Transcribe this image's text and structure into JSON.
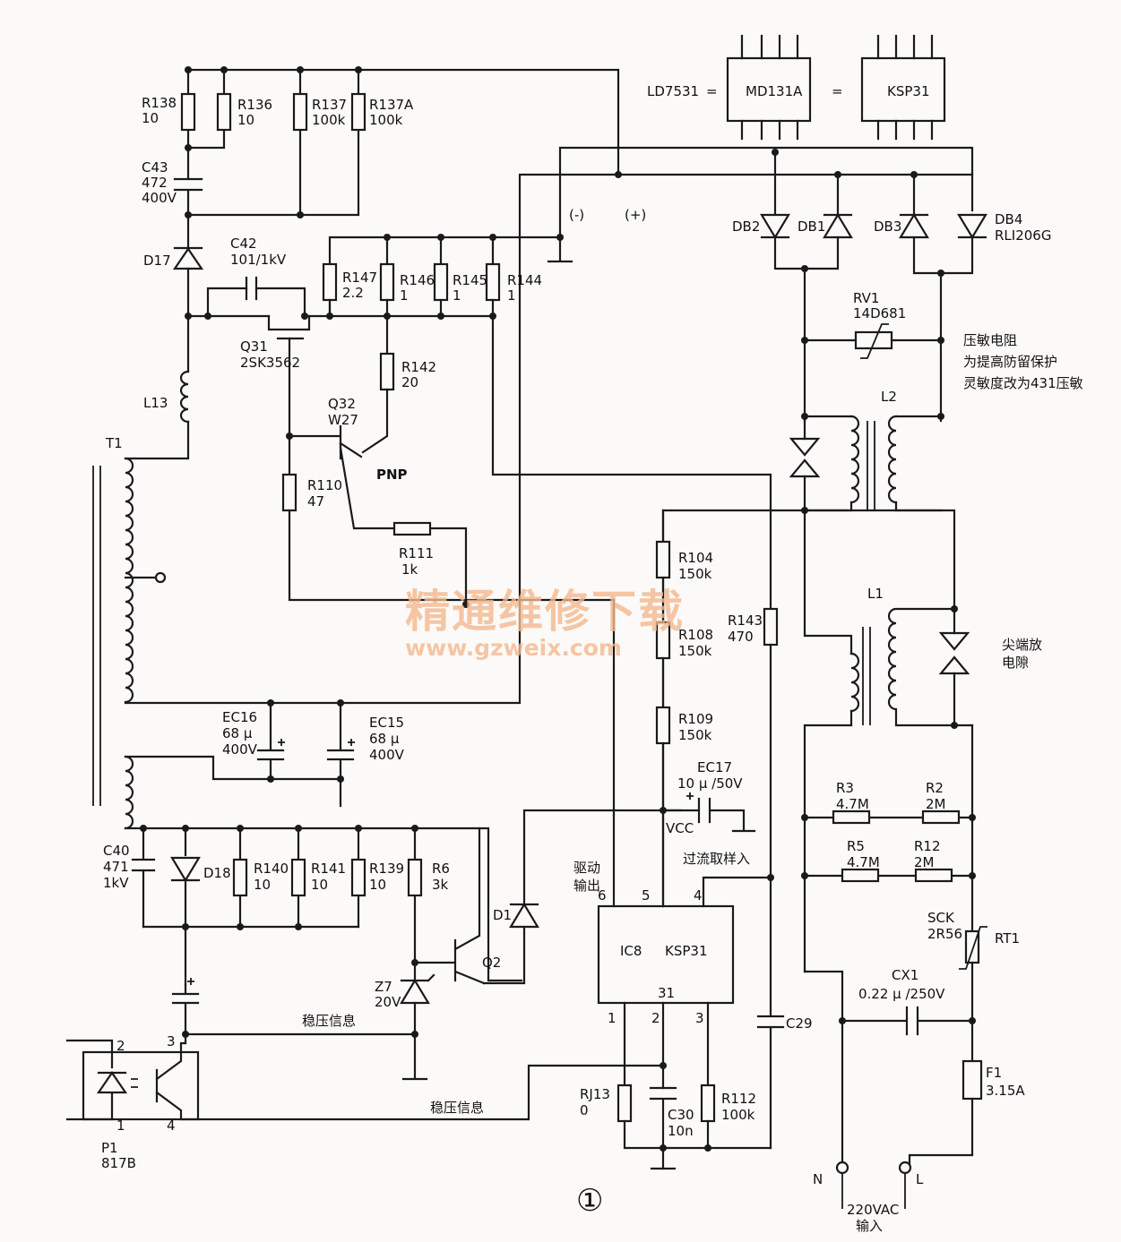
{
  "equivalence": {
    "a": "LD7531",
    "eq1": "=",
    "b": "MD131A",
    "eq2": "=",
    "c": "KSP31"
  },
  "labels": {
    "r138": "R138",
    "r138v": "10",
    "r136": "R136",
    "r136v": "10",
    "r137": "R137",
    "r137v": "100k",
    "r137a": "R137A",
    "r137av": "100k",
    "c43": "C43",
    "c43v1": "472",
    "c43v2": "400V",
    "d17": "D17",
    "c42": "C42",
    "c42v": "101/1kV",
    "r147": "R147",
    "r147v": "2.2",
    "r146": "R146",
    "r146v": "1",
    "r145": "R145",
    "r145v": "1",
    "r144": "R144",
    "r144v": "1",
    "q31": "Q31",
    "q31v": "2SK3562",
    "r142": "R142",
    "r142v": "20",
    "q32": "Q32",
    "q32v": "W27",
    "pnp": "PNP",
    "l13": "L13",
    "t1": "T1",
    "r110": "R110",
    "r110v": "47",
    "r111": "R111",
    "r111v": "1k",
    "minus": "(-)",
    "plus": "(+)",
    "db2": "DB2",
    "db1": "DB1",
    "db3": "DB3",
    "db4": "DB4",
    "db4v": "RLI206G",
    "rv1": "RV1",
    "rv1v": "14D681",
    "note1": "压敏电阻",
    "note2": "为提高防留保护",
    "note3": "灵敏度改为431压敏",
    "l2": "L2",
    "l1": "L1",
    "r104": "R104",
    "r104v": "150k",
    "r108": "R108",
    "r108v": "150k",
    "r109": "R109",
    "r109v": "150k",
    "r143": "R143",
    "r143v": "470",
    "spark1": "尖端放",
    "spark2": "电隙",
    "ec16": "EC16",
    "ec16v1": "68 μ",
    "ec16v2": "400V",
    "ec15": "EC15",
    "ec15v1": "68 μ",
    "ec15v2": "400V",
    "ec17": "EC17",
    "ec17v": "10 μ /50V",
    "vcc": "VCC",
    "ocp": "过流取样入",
    "drive1": "驱动",
    "drive2": "输出",
    "pin6": "6",
    "pin5": "5",
    "pin4": "4",
    "pin1": "1",
    "pin2": "2",
    "pin3": "3",
    "pin31": "31",
    "ic8": "IC8",
    "ksp31": "KSP31",
    "r3": "R3",
    "r3v": "4.7M",
    "r2": "R2",
    "r2v": "2M",
    "r5": "R5",
    "r5v": "4.7M",
    "r12": "R12",
    "r12v": "2M",
    "sck": "SCK",
    "sckv": "2R56",
    "rt1": "RT1",
    "cx1": "CX1",
    "cx1v": "0.22 μ /250V",
    "f1": "F1",
    "f1v": "3.15A",
    "c40": "C40",
    "c40v1": "471",
    "c40v2": "1kV",
    "d18": "D18",
    "r140": "R140",
    "r140v": "10",
    "r141": "R141",
    "r141v": "10",
    "r139": "R139",
    "r139v": "10",
    "r6": "R6",
    "r6v": "3k",
    "d1": "D1",
    "q2": "Q2",
    "z7": "Z7",
    "z7v": "20V",
    "fb1": "稳压信息",
    "fb2": "稳压信息",
    "oc2": "2",
    "oc1": "1",
    "oc3": "3",
    "oc4": "4",
    "p1": "P1",
    "p1v": "817B",
    "rj13": "RJ13",
    "rj13v": "0",
    "c30": "C30",
    "c30v": "10n",
    "r112": "R112",
    "r112v": "100k",
    "c29": "C29",
    "n": "N",
    "l": "L",
    "ac1": "220VAC",
    "ac2": "输入",
    "figure": "①"
  },
  "watermark": {
    "cn": "精通维修下载",
    "url": "www.gzweix.com"
  }
}
